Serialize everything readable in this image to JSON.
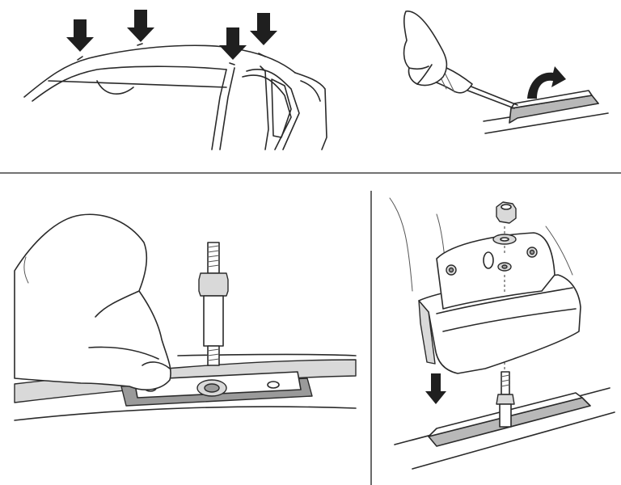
{
  "figure": {
    "panels": [
      {
        "id": "panel-1",
        "subject": "car-roof-mounting-points",
        "arrow_count": 4
      },
      {
        "id": "panel-2",
        "subject": "remove-roof-cover-with-screwdriver",
        "arrow_count": 1
      },
      {
        "id": "panel-3",
        "subject": "insert-threaded-stud-into-rail-plate",
        "arrow_count": 0
      },
      {
        "id": "panel-4",
        "subject": "lower-foot-pack-onto-stud",
        "arrow_count": 1
      }
    ],
    "colors": {
      "line": "#2a2a2a",
      "fill_grey": "#b8b8b8",
      "fill_light": "#d9d9d9",
      "arrow": "#1f1f1f",
      "divider": "#444444"
    }
  }
}
